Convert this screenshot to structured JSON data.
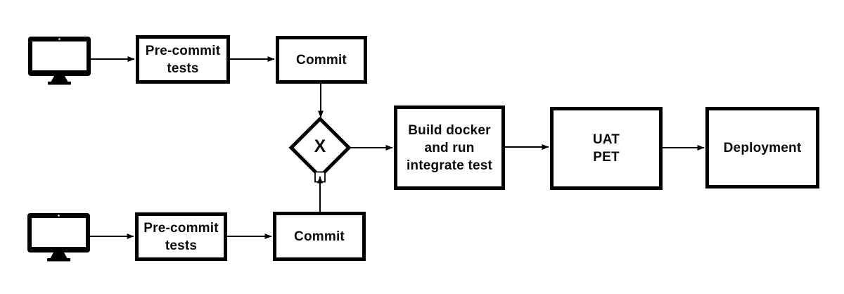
{
  "colors": {
    "background": "#ffffff",
    "node_border": "#000000",
    "node_fill": "#ffffff",
    "text": "#0a0a0a",
    "arrow": "#000000"
  },
  "nodes": {
    "developer_top": {
      "icon": "desktop-computer"
    },
    "precommit_top": {
      "lines": [
        "Pre-commit",
        "tests"
      ]
    },
    "commit_top": {
      "lines": [
        "Commit"
      ]
    },
    "merge_gateway": {
      "label": "X",
      "shape": "diamond"
    },
    "build_integrate": {
      "lines": [
        "Build docker",
        "and run",
        "integrate test"
      ]
    },
    "uat_pet": {
      "lines": [
        "UAT",
        "PET"
      ]
    },
    "deployment": {
      "lines": [
        "Deployment"
      ]
    },
    "developer_bottom": {
      "icon": "desktop-computer"
    },
    "precommit_bottom": {
      "lines": [
        "Pre-commit",
        "tests"
      ]
    },
    "commit_bottom": {
      "lines": [
        "Commit"
      ]
    }
  },
  "edges": [
    {
      "from": "developer-top",
      "to": "precommit-top"
    },
    {
      "from": "precommit-top",
      "to": "commit-top"
    },
    {
      "from": "commit-top",
      "to": "merge-gateway"
    },
    {
      "from": "merge-gateway",
      "to": "build-integrate"
    },
    {
      "from": "build-integrate",
      "to": "uat-pet"
    },
    {
      "from": "uat-pet",
      "to": "deployment"
    },
    {
      "from": "developer-bottom",
      "to": "precommit-bottom"
    },
    {
      "from": "precommit-bottom",
      "to": "commit-bottom"
    },
    {
      "from": "commit-bottom",
      "to": "merge-gateway"
    }
  ]
}
